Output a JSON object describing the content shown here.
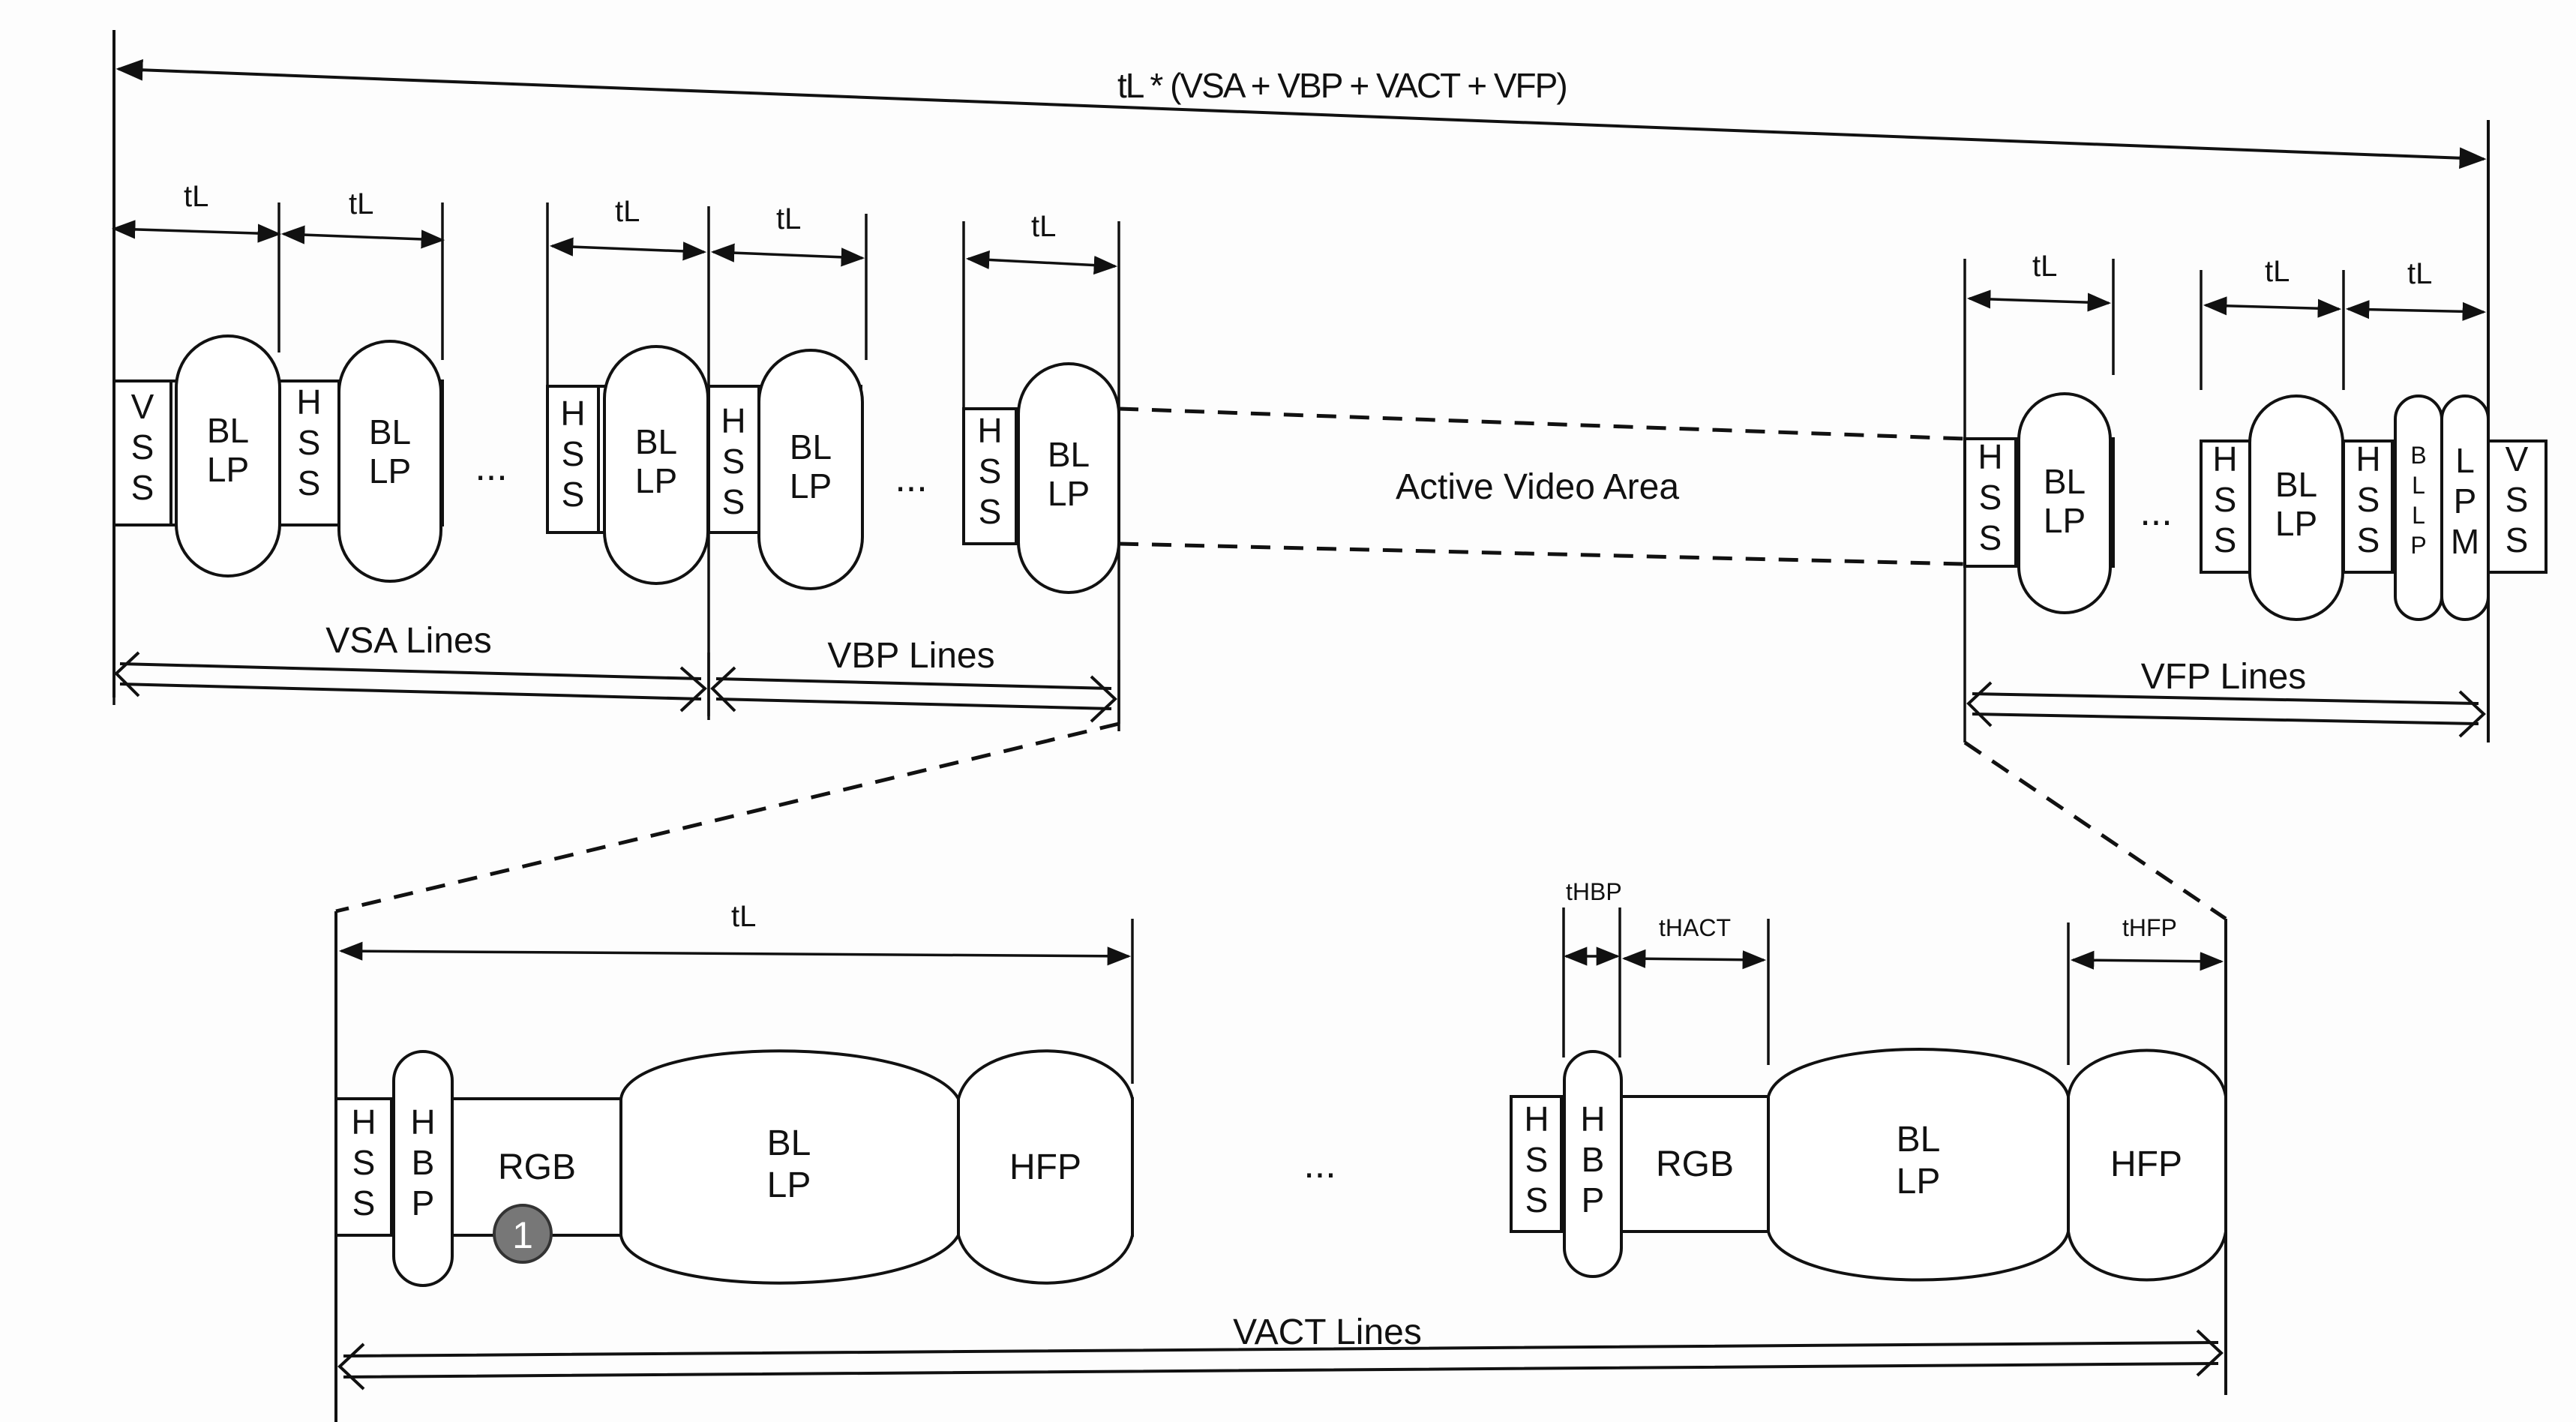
{
  "diagram": {
    "total_label": "tL * (VSA + VBP + VACT + VFP)",
    "period_label": "tL",
    "active_area": "Active Video Area",
    "ellipsis": "...",
    "labels": {
      "vss": [
        "V",
        "S",
        "S"
      ],
      "hss": [
        "H",
        "S",
        "S"
      ],
      "hbp": [
        "H",
        "B",
        "P"
      ],
      "bllp": [
        "BL",
        "LP"
      ],
      "bllp_vertical": [
        "B",
        "L",
        "L",
        "P"
      ],
      "lpm": [
        "L",
        "P",
        "M"
      ],
      "rgb": "RGB",
      "hfp": "HFP"
    },
    "lines": {
      "vsa": "VSA Lines",
      "vbp": "VBP Lines",
      "vfp": "VFP Lines",
      "vact": "VACT Lines"
    },
    "timing": {
      "hbp": "tHBP",
      "hact": "tHACT",
      "hfp": "tHFP"
    },
    "marker": "1"
  }
}
